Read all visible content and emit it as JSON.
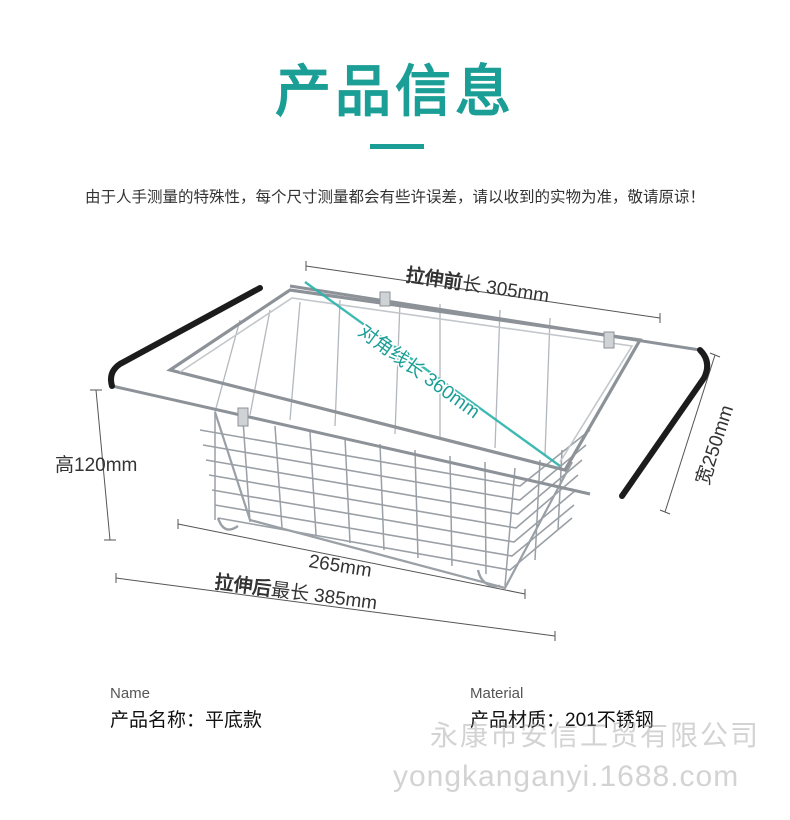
{
  "header": {
    "title": "产品信息",
    "accent_color": "#1a9e96",
    "note": "由于人手测量的特殊性，每个尺寸测量都会有些许误差，请以收到的实物为准，敬请原谅！"
  },
  "figure": {
    "extended_front": {
      "bold": "拉伸前",
      "rest": "长 305mm"
    },
    "diagonal": {
      "label": "对角线长 360mm"
    },
    "height": {
      "label": "高120mm"
    },
    "width": {
      "label": "宽250mm"
    },
    "bottom": {
      "label": "265mm"
    },
    "extended_back": {
      "bold": "拉伸后",
      "rest": "最长 385mm"
    }
  },
  "info": {
    "name": {
      "label": "Name",
      "value": "产品名称：平底款"
    },
    "material": {
      "label": "Material",
      "value": "产品材质：201不锈钢"
    }
  },
  "watermark": {
    "cn": "永康市安信工贸有限公司",
    "en": "yongkanganyi.1688.com"
  }
}
